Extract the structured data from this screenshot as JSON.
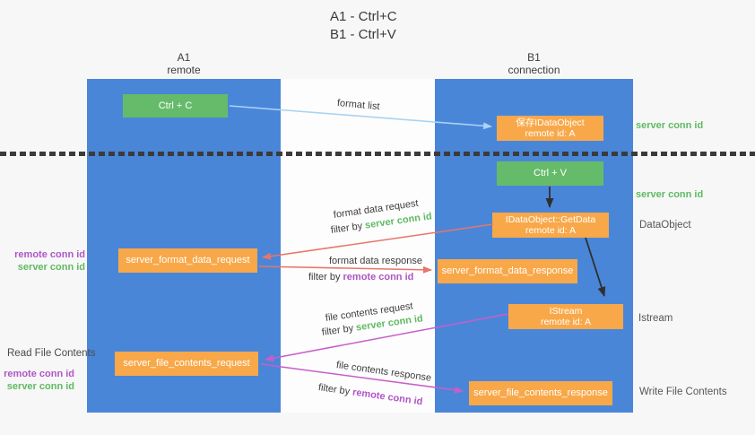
{
  "title": {
    "line1": "A1 - Ctrl+C",
    "line2": "B1 - Ctrl+V"
  },
  "columns": {
    "left": {
      "name": "A1",
      "subtitle": "remote"
    },
    "right": {
      "name": "B1",
      "subtitle": "connection"
    }
  },
  "nodes": {
    "ctrl_c": {
      "label": "Ctrl + C"
    },
    "save_dataobject": {
      "line1": "保存IDataObject",
      "line2": "remote id: A"
    },
    "ctrl_v": {
      "label": "Ctrl + V"
    },
    "getdata": {
      "line1": "IDataObject::GetData",
      "line2": "remote id: A"
    },
    "istream": {
      "line1": "IStream",
      "line2": "remote id: A"
    },
    "format_request": {
      "label": "server_format_data_request"
    },
    "format_response": {
      "label": "server_format_data_response"
    },
    "file_request": {
      "label": "server_file_contents_request"
    },
    "file_response": {
      "label": "server_file_contents_response"
    }
  },
  "edges": {
    "format_list": {
      "label": "format list"
    },
    "format_request": {
      "label": "format data request",
      "filter_prefix": "filter by ",
      "filter_key": "server conn id"
    },
    "format_response": {
      "label": "format data response",
      "filter_prefix": "filter by ",
      "filter_key": "remote conn id"
    },
    "file_request": {
      "label": "file contents request",
      "filter_prefix": "filter by ",
      "filter_key": "server conn id"
    },
    "file_response": {
      "label": "file contents response",
      "filter_prefix": "filter by ",
      "filter_key": "remote conn id"
    }
  },
  "annotations": {
    "server_conn_id_top": "server conn id",
    "server_conn_id_mid": "server conn id",
    "dataobject": "DataObject",
    "istream": "Istream",
    "write_file_contents": "Write File Contents",
    "read_file_contents": "Read File Contents",
    "request_ids_top": {
      "remote": "remote conn id",
      "server": "server conn id"
    },
    "request_ids_bottom": {
      "remote": "remote conn id",
      "server": "server conn id"
    }
  },
  "colors": {
    "column_blue": "#4a86d8",
    "node_green": "#66bb6a",
    "node_orange": "#f8a849",
    "arrow_light_blue": "#a9d3f2",
    "arrow_red": "#e8756a",
    "arrow_magenta": "#c75fc9",
    "arrow_black": "#2f2f2f",
    "text_green": "#5fba63",
    "text_purple": "#b055c8",
    "text_dark": "#3d3d3d",
    "text_gray": "#565656",
    "divider": "#3b3b3b",
    "background": "#f7f7f7",
    "lane_white": "#fdfdfd"
  }
}
